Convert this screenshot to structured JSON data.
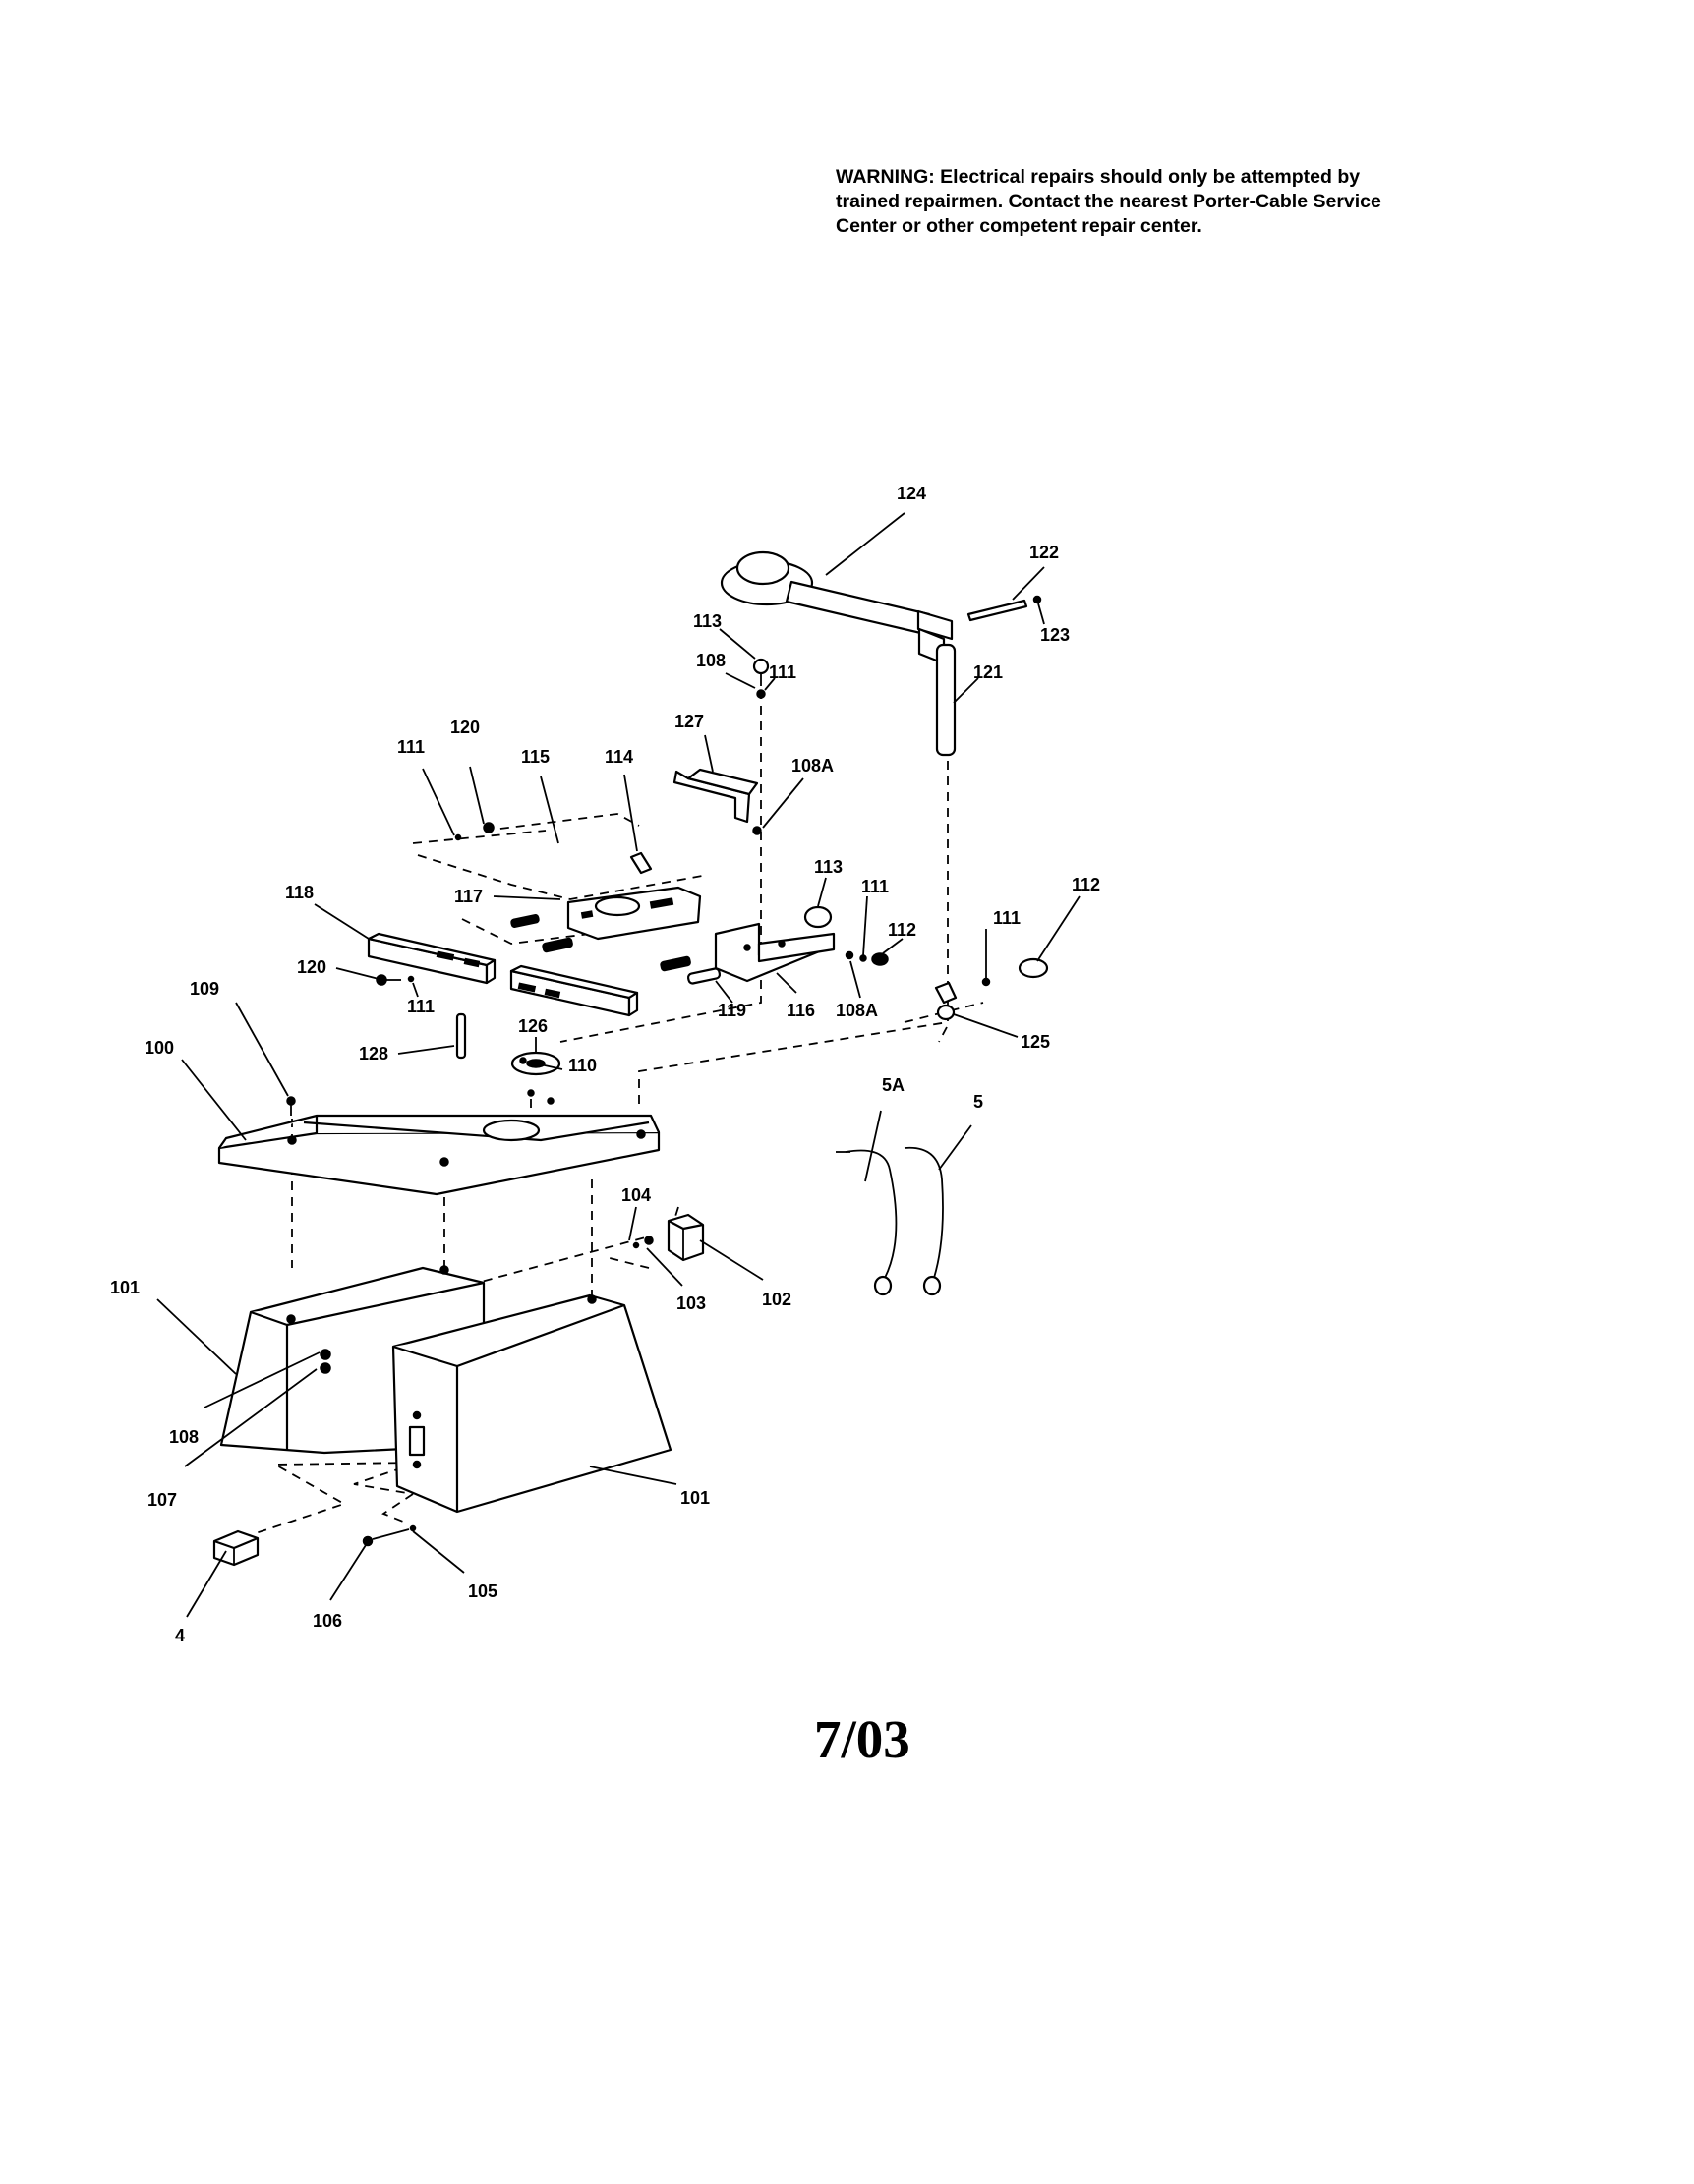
{
  "warning": {
    "lines": [
      "WARNING:  Electrical repairs should only be attempted by",
      "trained repairmen.  Contact the nearest Porter-Cable Service",
      "Center or other competent repair center."
    ]
  },
  "part_numbers": {
    "p124": "124",
    "p122": "122",
    "p123": "123",
    "p113a": "113",
    "p108a": "108",
    "p111a": "111",
    "p121": "121",
    "p127": "127",
    "p108A_a": "108A",
    "p111b": "111",
    "p120a": "120",
    "p115": "115",
    "p114": "114",
    "p118": "118",
    "p117": "117",
    "p113b": "113",
    "p111c": "111",
    "p112a": "112",
    "p112b": "112",
    "p111d": "111",
    "p120b": "120",
    "p111e": "111",
    "p119": "119",
    "p116": "116",
    "p108A_b": "108A",
    "p125": "125",
    "p109": "109",
    "p128": "128",
    "p126": "126",
    "p110": "110",
    "p100": "100",
    "p5A": "5A",
    "p5": "5",
    "p104": "104",
    "p103": "103",
    "p102": "102",
    "p101a": "101",
    "p108b": "108",
    "p107": "107",
    "p101b": "101",
    "p4": "4",
    "p106": "106",
    "p105": "105"
  },
  "footer": {
    "date": "7/03"
  }
}
